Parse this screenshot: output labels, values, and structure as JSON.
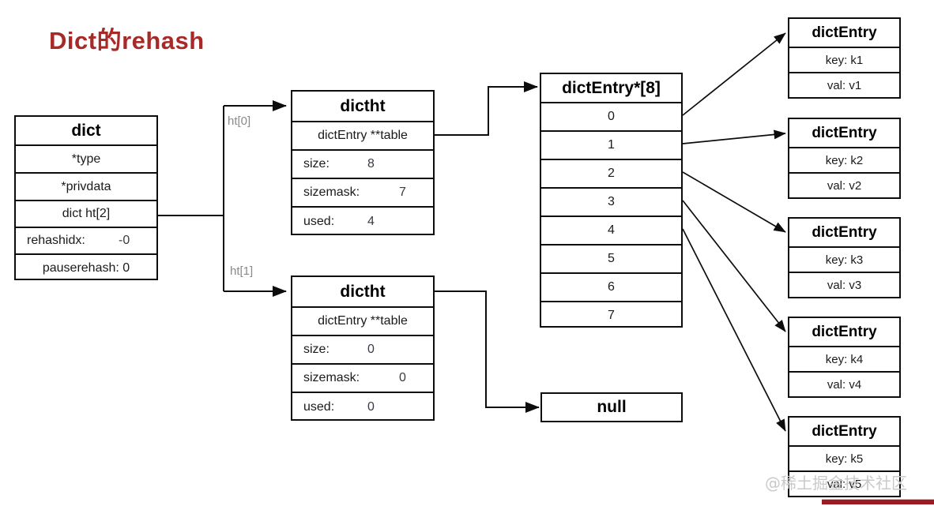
{
  "title": "Dict的rehash",
  "theme": {
    "title_color": "#a62b28",
    "border_color": "#0d0d0d",
    "label_color": "#8a8a8a",
    "value_color": "#3a3a46",
    "watermark_color": "#c9c9c9",
    "accent_bar_color": "#9c1b22",
    "background": "#ffffff"
  },
  "dict_box": {
    "header": "dict",
    "rows": [
      {
        "label": "*type",
        "value": ""
      },
      {
        "label": "*privdata",
        "value": ""
      },
      {
        "label": "dict ht[2]",
        "value": ""
      },
      {
        "label": "rehashidx:",
        "value": "-0"
      },
      {
        "label": "pauserehash: 0",
        "value": ""
      }
    ]
  },
  "pointer_labels": {
    "ht0": "ht[0]",
    "ht1": "ht[1]"
  },
  "dictht_0": {
    "header": "dictht",
    "table_row": "dictEntry **table",
    "fields": [
      {
        "label": "size:",
        "value": "8"
      },
      {
        "label": "sizemask:",
        "value": "7"
      },
      {
        "label": "used:",
        "value": "4"
      }
    ]
  },
  "dictht_1": {
    "header": "dictht",
    "table_row": "dictEntry **table",
    "fields": [
      {
        "label": "size:",
        "value": "0"
      },
      {
        "label": "sizemask:",
        "value": "0"
      },
      {
        "label": "used:",
        "value": "0"
      }
    ]
  },
  "bucket_array": {
    "header": "dictEntry*[8]",
    "slots": [
      "0",
      "1",
      "2",
      "3",
      "4",
      "5",
      "6",
      "7"
    ]
  },
  "null_box": {
    "label": "null"
  },
  "entries": [
    {
      "header": "dictEntry",
      "key": "key: k1",
      "val": "val: v1"
    },
    {
      "header": "dictEntry",
      "key": "key: k2",
      "val": "val: v2"
    },
    {
      "header": "dictEntry",
      "key": "key: k3",
      "val": "val: v3"
    },
    {
      "header": "dictEntry",
      "key": "key: k4",
      "val": "val: v4"
    },
    {
      "header": "dictEntry",
      "key": "key: k5",
      "val": "val: v5"
    }
  ],
  "watermark": "@稀土掘金技术社区"
}
